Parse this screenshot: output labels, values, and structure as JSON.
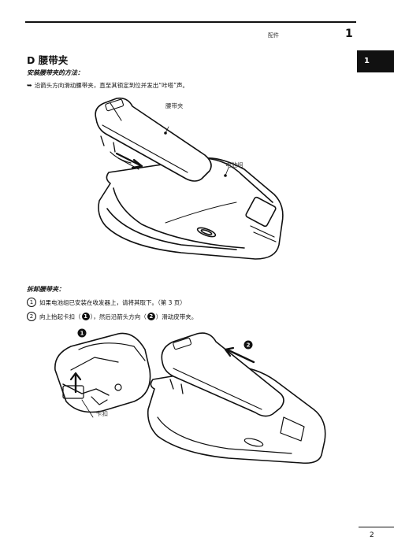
{
  "header": {
    "label": "配件",
    "chapter": "1"
  },
  "side_tab": {
    "label": "1"
  },
  "section": {
    "title": "D 腰带夹"
  },
  "install": {
    "heading": "安装腰带夹的方法：",
    "arrow_glyph": "➥",
    "instruction": "沿箭头方向滑动腰带夹，直至其锁定到位并发出“咔嗒”声。",
    "label_clip": "腰带夹",
    "label_battery": "电池组"
  },
  "remove": {
    "heading": "拆卸腰带夹：",
    "step1_num": "1",
    "step1_text": "如果电池组已安装在收发器上，请将其取下。（第 3 页）",
    "step2_num": "2",
    "step2_a": "向上抬起卡扣（",
    "step2_marker1": "1",
    "step2_b": "），然后沿箭头方向（",
    "step2_marker2": "2",
    "step2_c": "）滑动皮带夹。",
    "marker1": "1",
    "marker2": "2",
    "label_latch": "卡扣"
  },
  "footer": {
    "page": "2"
  }
}
